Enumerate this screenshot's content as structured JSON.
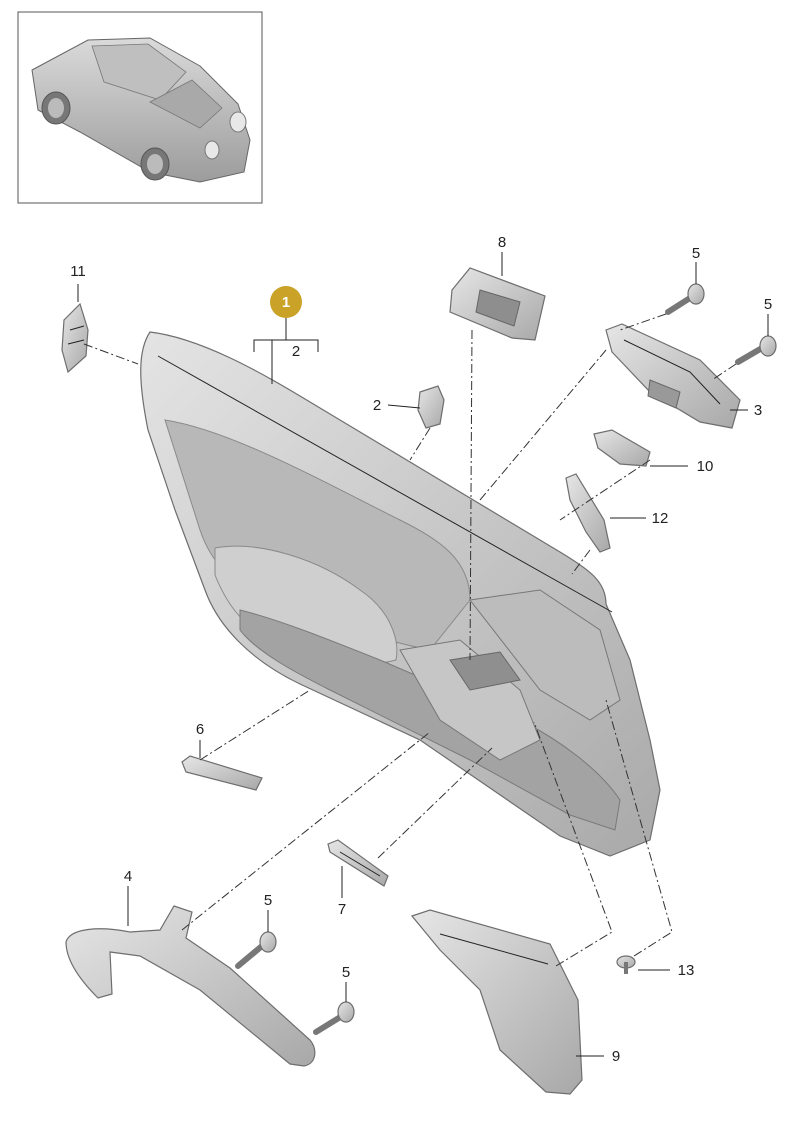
{
  "callouts": {
    "badge": "1",
    "c2_bracket": "2",
    "c2_clip": "2",
    "c3": "3",
    "c4": "4",
    "c5_a": "5",
    "c5_b": "5",
    "c5_c": "5",
    "c5_d": "5",
    "c6": "6",
    "c7": "7",
    "c8": "8",
    "c9": "9",
    "c10": "10",
    "c11": "11",
    "c12": "12",
    "c13": "13"
  },
  "colors": {
    "badge_fill": "#c9a227",
    "part_fill": "#d2d2d2",
    "part_shade": "#b5b5b5",
    "line": "#222222"
  }
}
